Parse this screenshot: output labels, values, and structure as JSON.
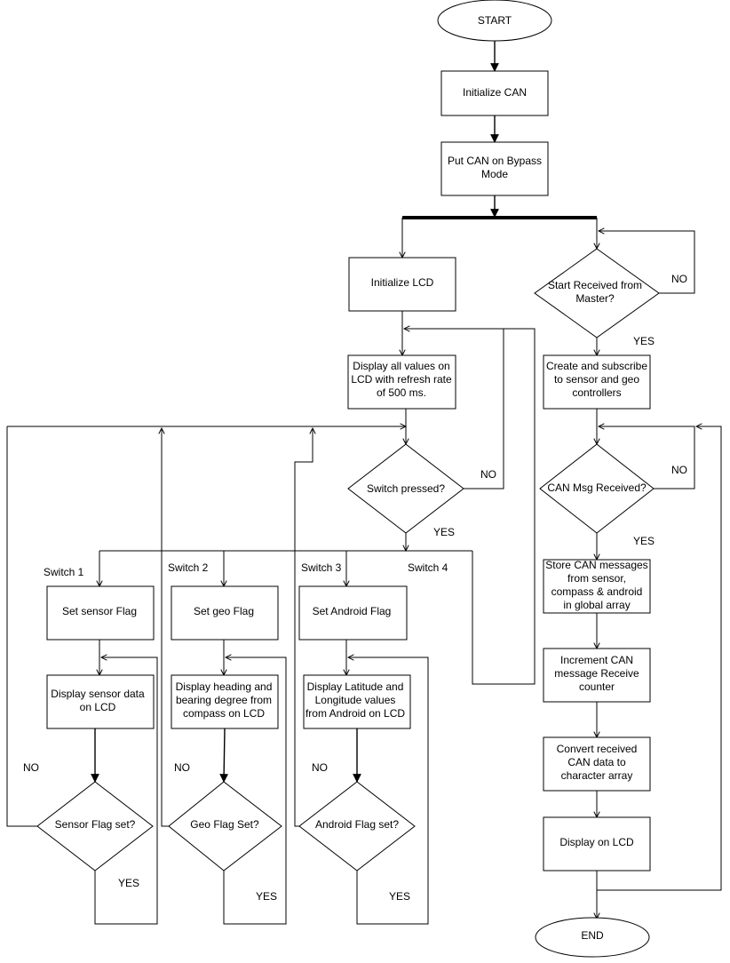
{
  "nodes": {
    "start": "START",
    "init_can": "Initialize CAN",
    "bypass": [
      "Put CAN on Bypass",
      "Mode"
    ],
    "init_lcd": "Initialize LCD",
    "display_all": [
      "Display all values on",
      "LCD with refresh rate",
      "of 500 ms."
    ],
    "switch_pressed": "Switch pressed?",
    "start_received": [
      "Start Received from",
      "Master?"
    ],
    "create_subscribe": [
      "Create and subscribe",
      "to sensor and geo",
      "controllers"
    ],
    "can_msg_received": "CAN Msg Received?",
    "store_can": [
      "Store CAN messages",
      "from sensor,",
      "compass & android",
      "in global array"
    ],
    "increment": [
      "Increment CAN",
      "message Receive",
      "counter"
    ],
    "convert": [
      "Convert received",
      "CAN data to",
      "character array"
    ],
    "display_lcd": "Display on LCD",
    "end": "END",
    "set_sensor": "Set sensor Flag",
    "set_geo": "Set geo Flag",
    "set_android": "Set Android Flag",
    "display_sensor": [
      "Display sensor data",
      "on LCD"
    ],
    "display_heading": [
      "Display heading and",
      "bearing degree from",
      "compass on LCD"
    ],
    "display_latlong": [
      "Display Latitude and",
      "Longitude values",
      "from Android on LCD"
    ],
    "sensor_flag": "Sensor Flag set?",
    "geo_flag": "Geo Flag Set?",
    "android_flag": "Android Flag set?"
  },
  "labels": {
    "yes": "YES",
    "no": "NO",
    "switch_1": "Switch 1",
    "switch_2": "Switch 2",
    "switch_3": "Switch 3",
    "switch_4": "Switch 4"
  }
}
